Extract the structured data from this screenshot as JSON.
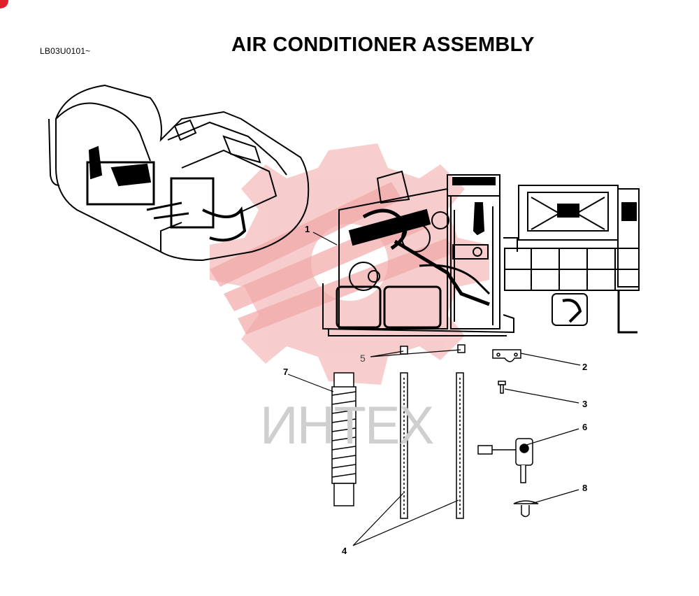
{
  "document": {
    "code": "LB03U0101~",
    "title": "AIR CONDITIONER ASSEMBLY"
  },
  "watermark": {
    "text": "ИНТЕХ",
    "color": "#f3b6b6",
    "text_color": "#cfcfcf"
  },
  "callouts": {
    "c1": "1",
    "c2": "2",
    "c3": "3",
    "c4": "4",
    "c5": "5",
    "c6": "6",
    "c7": "7",
    "c8": "8"
  },
  "colors": {
    "line": "#000000",
    "badge": "#e0202a"
  }
}
